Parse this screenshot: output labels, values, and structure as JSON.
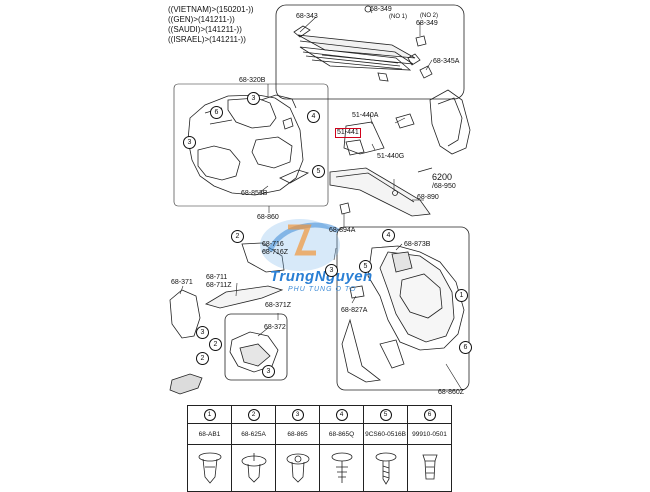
{
  "variants": [
    "((VIETNAM)>(150201-))",
    "((GEN)>(141211-))",
    "((SAUDI)>(141211-))",
    "((ISRAEL)>(141211-))"
  ],
  "labels": {
    "p68_343": "68-343",
    "p68_349_no1": "68-349",
    "no1": "(NO 1)",
    "no2": "(NO 2)",
    "p68_349_no2": "68-349",
    "p68_345a": "68-345A",
    "p68_320b": "68-320B",
    "p51_440a": "51-440A",
    "p51_441": "51-441",
    "p51_440g": "51-440G",
    "p6200": "6200",
    "p68_950": "/68-950",
    "p68_890": "68-890",
    "p68_853b": "68-853B",
    "p68_860": "68-860",
    "p68_894a": "68-894A",
    "p68_716": "68-716",
    "p68_716z": "68-716Z",
    "p68_873b": "68-873B",
    "p68_371": "68-371",
    "p68_711": "68-711",
    "p68_711z": "68-711Z",
    "p68_371z": "68-371Z",
    "p68_372": "68-372",
    "p68_827a": "68-827A",
    "p68_860z": "68-860Z"
  },
  "watermark": {
    "name": "TrungNguyen",
    "sub": "PHU TUNG O TO"
  },
  "fastener_table": {
    "numbers": [
      "1",
      "2",
      "3",
      "4",
      "5",
      "6"
    ],
    "parts": [
      "68-AB1",
      "68-625A",
      "68-865",
      "68-865Q",
      "9CS60-0516B",
      "99910-0501"
    ]
  },
  "callouts": [
    "1",
    "2",
    "3",
    "4",
    "5",
    "6"
  ]
}
